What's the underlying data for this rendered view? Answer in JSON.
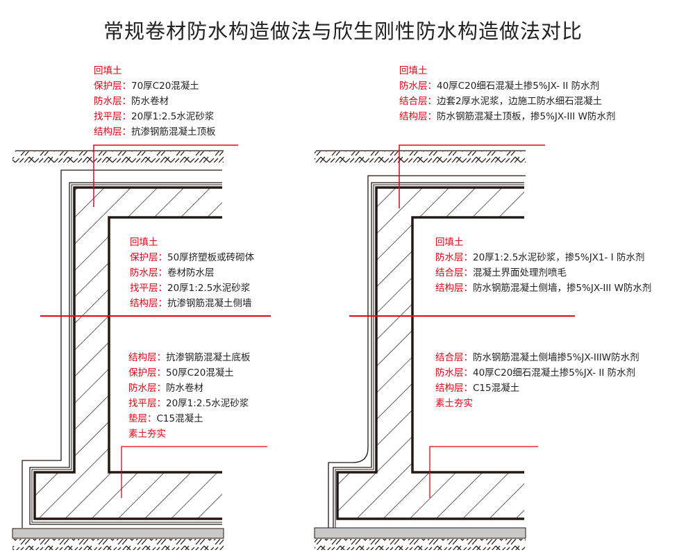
{
  "title": "常规卷材防水构造做法与欣生刚性防水构造做法对比",
  "colors": {
    "accent_red": "#e60012",
    "line": "#231815",
    "base_slab": "#c8c8c8"
  },
  "left": {
    "top": {
      "heading": "回填土",
      "rows": [
        {
          "k": "保护层：",
          "v": "70厚C20混凝土"
        },
        {
          "k": "防水层：",
          "v": "防水卷材"
        },
        {
          "k": "找平层：",
          "v": "20厚1:2.5水泥砂浆"
        },
        {
          "k": "结构层：",
          "v": "抗渗钢筋混凝土顶板"
        }
      ]
    },
    "middle": {
      "heading": "回填土",
      "rows": [
        {
          "k": "保护层：",
          "v": "50厚挤塑板或砖砌体"
        },
        {
          "k": "防水层：",
          "v": "卷材防水层"
        },
        {
          "k": "找平层：",
          "v": "20厚1:2.5水泥砂浆"
        },
        {
          "k": "结构层：",
          "v": "抗渗钢筋混凝土侧墙"
        }
      ]
    },
    "bottom": {
      "rows": [
        {
          "k": "结构层：",
          "v": "抗渗钢筋混凝土底板"
        },
        {
          "k": "保护层：",
          "v": "50厚C20混凝土"
        },
        {
          "k": "防水层：",
          "v": "防水卷材"
        },
        {
          "k": "找平层：",
          "v": "20厚1:2.5水泥砂浆"
        },
        {
          "k": "垫层：",
          "v": "C15混凝土"
        }
      ],
      "footer": "素土夯实"
    }
  },
  "right": {
    "top": {
      "heading": "回填土",
      "rows": [
        {
          "k": "防水层：",
          "v": "40厚C20细石混凝土掺5%JX- II 防水剂"
        },
        {
          "k": "结合层：",
          "v": "边套2厚水泥浆，边施工防水细石混凝土"
        },
        {
          "k": "结构层：",
          "v": "防水钢筋混凝土顶板，掺5%JX-III W防水剂"
        }
      ]
    },
    "middle": {
      "heading": "回填土",
      "rows": [
        {
          "k": "防水层：",
          "v": "20厚1:2.5水泥砂浆，掺5%JX1- Ⅰ 防水剂"
        },
        {
          "k": "结合层：",
          "v": "混凝土界面处理剂喷毛"
        },
        {
          "k": "结构层：",
          "v": "防水钢筋混凝土侧墙，掺5%JX-III W防水剂"
        }
      ]
    },
    "bottom": {
      "rows": [
        {
          "k": "结合层：",
          "v": "防水钢筋混凝土侧墙掺5%JX-IIIW防水剂"
        },
        {
          "k": "防水层：",
          "v": "40厚C20细石混凝土掺5%JX- II 防水剂"
        },
        {
          "k": "结构层：",
          "v": "C15混凝土"
        }
      ],
      "footer": "素土夯实"
    }
  }
}
